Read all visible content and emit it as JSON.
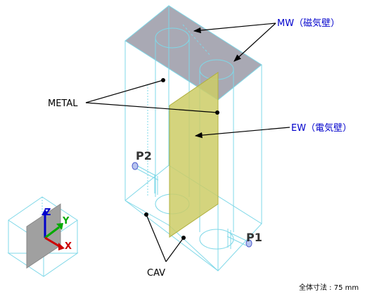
{
  "labels": {
    "mw": "MW（磁気壁）",
    "ew": "EW（電気壁）",
    "metal": "METAL",
    "cav": "CAV",
    "p1": "P1",
    "p2": "P2",
    "size_note": "全体寸法 : 75 mm"
  },
  "axes": {
    "x": "X",
    "y": "Y",
    "z": "Z"
  },
  "colors": {
    "wireframe": "#7fd8e8",
    "magnetic_wall": "#a9a9b4",
    "electric_wall": "#cccc66",
    "callout_text": "#0000cc",
    "label_text": "#000000",
    "axis_x": "#cc0000",
    "axis_y": "#00aa00",
    "axis_z": "#0000cc"
  },
  "icons": [
    "port-p1-icon",
    "port-p2-icon",
    "axis-triad-icon"
  ]
}
